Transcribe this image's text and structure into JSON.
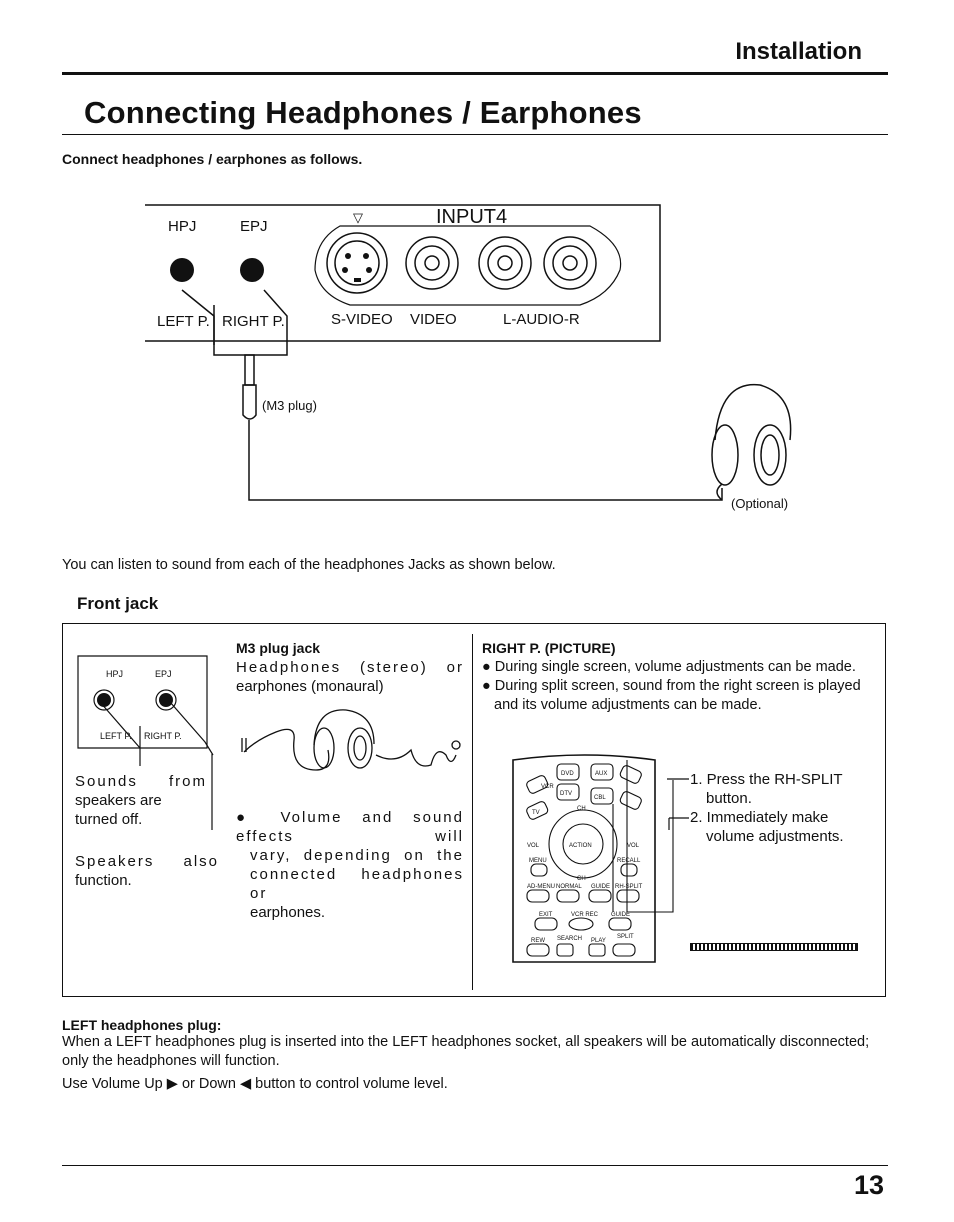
{
  "header": {
    "section": "Installation",
    "page_title": "Connecting Headphones / Earphones"
  },
  "intro": "Connect headphones / earphones as follows.",
  "diagram": {
    "hpj": "HPJ",
    "epj": "EPJ",
    "input": "INPUT4",
    "input_marker": "▽",
    "left_p": "LEFT P.",
    "right_p": "RIGHT P.",
    "svideo": "S-VIDEO",
    "video": "VIDEO",
    "laudio": "L-AUDIO-R",
    "m3": "(M3 plug)",
    "optional": "(Optional)"
  },
  "listen_text": "You can listen to sound from each of the headphones Jacks as shown below.",
  "front_jack": {
    "title": "Front jack",
    "panel": {
      "hpj": "HPJ",
      "epj": "EPJ",
      "left_p": "LEFT P.",
      "right_p": "RIGHT P."
    },
    "sounds_1": "Sounds from",
    "sounds_2": "speakers are turned off.",
    "speakers_1": "Speakers also",
    "speakers_2": "function.",
    "m3_head": "M3 plug jack",
    "m3_line1": "Headphones (stereo) or",
    "m3_line2": "earphones (monaural)",
    "vol_1": "● Volume and sound effects will",
    "vol_2": "vary, depending on the",
    "vol_3": "connected headphones or",
    "vol_4": "earphones.",
    "rp_head": "RIGHT P. (PICTURE)",
    "bullet1": "● During single screen, volume adjustments can be made.",
    "bullet2": "● During split screen, sound from the right screen is played and its volume adjustments can be made.",
    "step1": "1. Press the RH-SPLIT button.",
    "step2": "2. Immediately make volume adjustments.",
    "remote": {
      "vcr": "VCR",
      "dvd": "DVD",
      "aux": "AUX",
      "tv": "TV",
      "dtv": "DTV",
      "cbl": "CBL",
      "ch": "CH",
      "action": "ACTION",
      "vol_l": "VOL",
      "vol_r": "VOL",
      "menu": "MENU",
      "recall": "RECALL",
      "ch_bottom": "CH",
      "ad_menu": "AD-MENU",
      "normal": "NORMAL",
      "guide_top": "GUIDE",
      "rh_split": "RH-SPLIT",
      "exit": "EXIT",
      "vcr_rec": "VCR REC",
      "guide": "GUIDE",
      "search": "SEARCH",
      "split": "SPLIT",
      "rew": "REW",
      "play": "PLAY"
    }
  },
  "left_plug": {
    "head": "LEFT headphones plug:",
    "desc": "When a LEFT headphones plug is inserted into the LEFT headphones socket, all speakers will be automatically disconnected; only the headphones will function.",
    "volume": "Use Volume Up ▶ or Down ◀ button to control volume level."
  },
  "page_number": "13"
}
